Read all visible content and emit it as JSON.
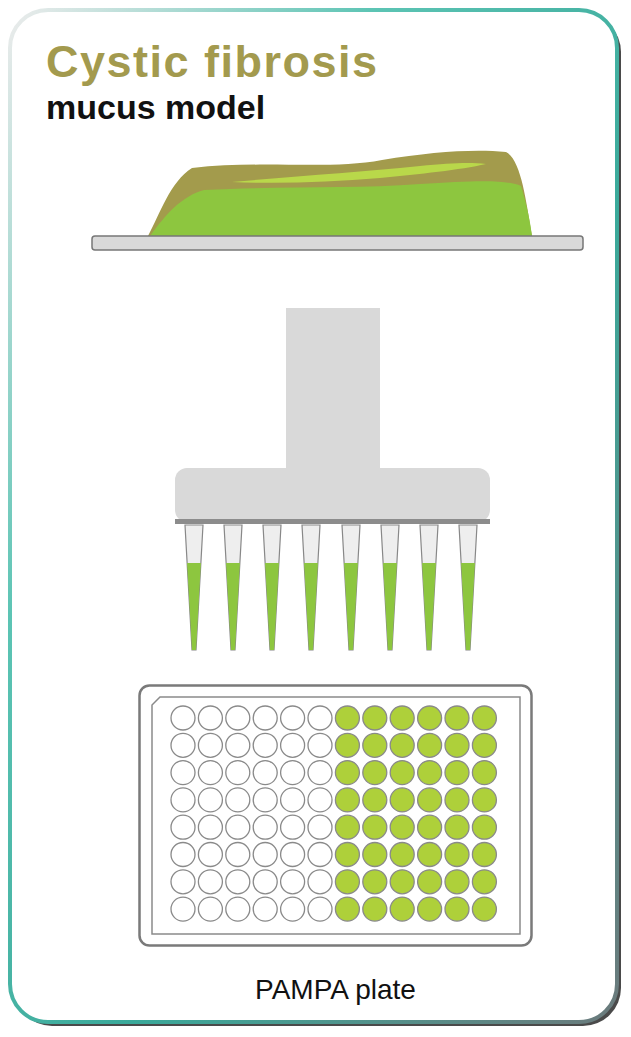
{
  "diagram": {
    "nodes": [
      {
        "text": [
          "Cystic fibrosis",
          "mucus model"
        ]
      },
      {
        "text": [
          "PAMPA plate"
        ],
        "in": 0
      }
    ]
  }
}
